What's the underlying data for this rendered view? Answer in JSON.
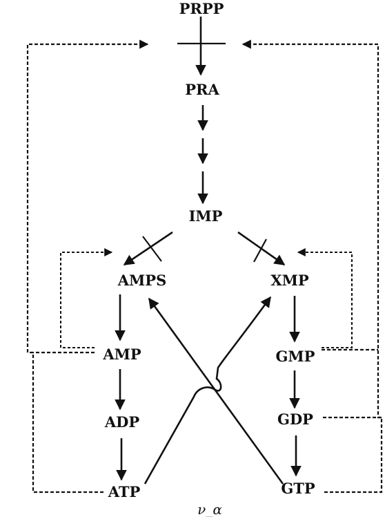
{
  "diagram": {
    "nodes": {
      "prpp": "PRPP",
      "pra": "PRA",
      "imp": "IMP",
      "amps": "AMPS",
      "xmp": "XMP",
      "amp": "AMP",
      "gmp": "GMP",
      "adp": "ADP",
      "gdp": "GDP",
      "atp": "ATP",
      "gtp": "GTP"
    },
    "caption": "ν_α",
    "line_color": "#111111",
    "background": "#ffffff"
  }
}
